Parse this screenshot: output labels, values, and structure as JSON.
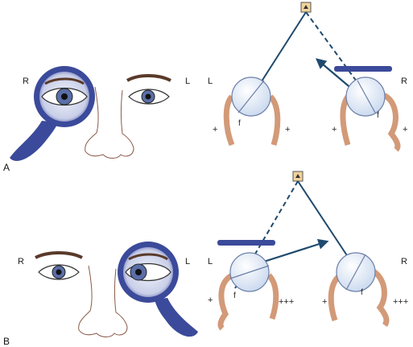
{
  "panel_a": {
    "letter": "A",
    "face": {
      "right_label": "R",
      "left_label": "L"
    },
    "diagram": {
      "left_label": "L",
      "right_label": "R",
      "left_eye_f": "f",
      "right_eye_f": "f",
      "left_eye_tone_outer": "+",
      "left_eye_tone_inner": "+",
      "right_eye_tone_inner": "+",
      "right_eye_tone_outer": "+"
    }
  },
  "panel_b": {
    "letter": "B",
    "face": {
      "right_label": "R",
      "left_label": "L"
    },
    "diagram": {
      "left_label": "L",
      "right_label": "R",
      "left_eye_f": "f",
      "right_eye_f": "f",
      "left_eye_tone_outer": "+",
      "left_eye_tone_inner": "+++",
      "right_eye_tone_inner": "+",
      "right_eye_tone_outer": "+++"
    }
  },
  "colors": {
    "occluder": "#3b4a9a",
    "ray": "#1f4a6e",
    "muscle": "#d39a78",
    "target": "#f1d29a",
    "eyeball": "#e6eef8"
  }
}
